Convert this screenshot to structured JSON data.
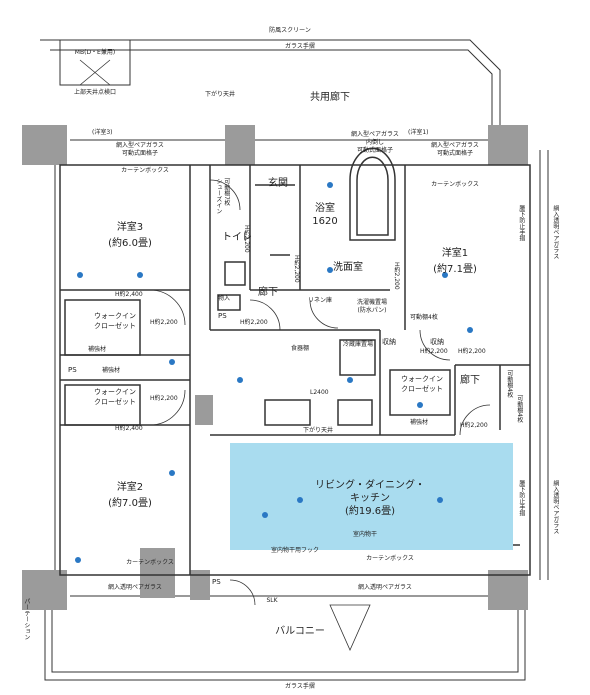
{
  "top": {
    "windscreen": "防風スクリーン",
    "glass_rail_top": "ガラス手摺",
    "mb": "MB(D・E兼用)",
    "ceiling_hatch": "上部天井点検口",
    "lowered_ceiling": "下がり天井",
    "common_corridor": "共用廊下"
  },
  "windows": {
    "w3": "(洋室3)",
    "w1": "(洋室1)",
    "pair_glass_left": "網入型ペアガラス",
    "pair_glass_left_sub": "可動式面格子",
    "pair_glass_mid": "網入型ペアガラス",
    "pair_glass_mid_sub1": "内倒し",
    "pair_glass_mid_sub2": "可動式面格子",
    "pair_glass_right": "網入型ペアガラス",
    "pair_glass_right_sub": "可動式面格子",
    "curtain_box": "カーテンボックス",
    "transparent_pair_right": "網入透明ペアガラス",
    "fall_rail": "腰下防止手摺",
    "transparent_pair_bottom_left": "網入透明ペアガラス",
    "transparent_pair_bottom_right": "網入透明ペアガラス"
  },
  "rooms": {
    "western3": "洋室3",
    "western3_size": "(約6.0畳)",
    "western2": "洋室2",
    "western2_size": "(約7.0畳)",
    "western1": "洋室1",
    "western1_size": "(約7.1畳)",
    "entrance": "玄関",
    "bath": "浴室",
    "bath_size": "1620",
    "toilet": "トイレ",
    "washroom": "洗面室",
    "hall_left": "廊下",
    "hall_right": "廊下",
    "ldk": "リビング・ダイニング・",
    "ldk2": "キッチン",
    "ldk_size": "(約19.6畳)",
    "balcony": "バルコニー"
  },
  "storage": {
    "shoe_box": "シューズイン",
    "shelf7": "可動棚7枚",
    "closet_top": "ウォークイン",
    "closet_top2": "クローゼット",
    "closet_mid": "ウォークイン",
    "closet_mid2": "クローゼット",
    "closet_right": "ウォークイン",
    "closet_right2": "クローゼット",
    "linen": "リネン庫",
    "washer": "洗濯機置場",
    "washer_sub": "(防水パン)",
    "pantry": "食器棚",
    "fridge": "冷蔵庫置場",
    "storage_right": "収納",
    "storage_right2": "収納",
    "shelf4_top": "可動棚4枚",
    "shelf4_right1": "可動棚4枚",
    "shelf4_right2": "可動棚4枚",
    "reinforce1": "補強材",
    "reinforce2": "補強材",
    "reinforce3": "補強材",
    "ps1": "PS",
    "ps2": "PS",
    "ps3": "PS",
    "shoe_closet": "物入"
  },
  "dims": {
    "h2400a": "H約2,400",
    "h2200a": "H約2,200",
    "h2200b": "H約2,200",
    "h2200c": "H約2,200",
    "h2200d": "H約2,200",
    "h2400b": "H約2,400",
    "h2200e": "H約2,200",
    "h2200f": "H約2,200",
    "h2200g": "H約2,200",
    "h2200h": "H約2,200",
    "h2200i": "H約2,200",
    "l2400": "L2400"
  },
  "misc": {
    "lowered_ceiling_kitchen": "下がり天井",
    "indoor_dryer": "室内物干",
    "indoor_dryer_hook": "室内物干用フック",
    "curtain_box_bottom": "カーテンボックス",
    "curtain_box_bottom_left": "カーテンボックス",
    "slk": "SLK",
    "partition": "パーテーション",
    "glass_rail_bottom": "ガラス手摺"
  },
  "colors": {
    "living_fill": "#a9dcef",
    "wall": "#9b9b9b",
    "line": "#333333",
    "outlet": "#2a78c4"
  }
}
